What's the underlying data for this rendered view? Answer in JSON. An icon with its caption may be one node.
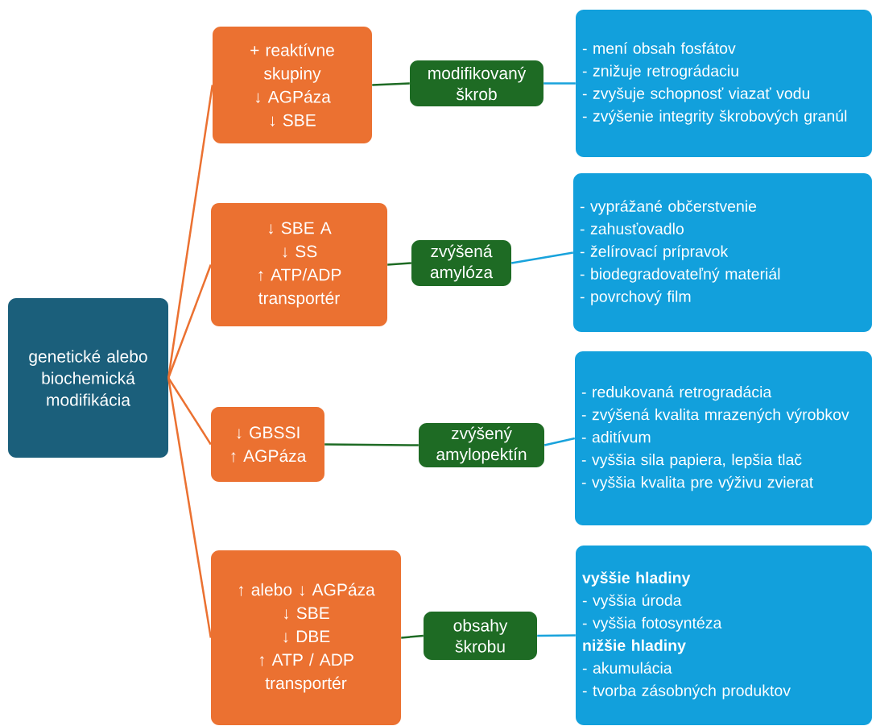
{
  "diagram": {
    "nodes": [
      {
        "text": [
          "genetické alebo biochemická modifikácia"
        ]
      },
      {
        "text": [
          "+ reaktívne skupiny",
          "↓ AGPáza",
          "↓ SBE"
        ]
      },
      {
        "text": [
          "modifikovaný škrob"
        ]
      },
      {
        "text": [
          "- mení obsah fosfátov",
          "- znižuje retrográdaciu",
          "- zvyšuje schopnosť viazať vodu",
          "- zvýšenie integrity škrobových granúl"
        ]
      },
      {
        "text": [
          "↓ SBE A",
          "↓ SS",
          "↑ ATP/ADP transportér"
        ]
      },
      {
        "text": [
          "zvýšená amylóza"
        ]
      },
      {
        "text": [
          "- vyprážané občerstvenie",
          "- zahusťovadlo",
          "- želírovací prípravok",
          "- biodegradovateľný materiál",
          "- povrchový film"
        ]
      },
      {
        "text": [
          "↓ GBSSI",
          "↑ AGPáza"
        ]
      },
      {
        "text": [
          "zvýšený amylopektín"
        ]
      },
      {
        "text": [
          "- redukovaná retrogradácia",
          "- zvýšená kvalita mrazených výrobkov",
          "- aditívum",
          "- vyššia sila papiera, lepšia tlač",
          "- vyššia kvalita pre výživu zvierat"
        ]
      },
      {
        "text": [
          "↑ alebo ↓ AGPáza",
          "↓ SBE",
          "↓ DBE",
          "↑ ATP / ADP transportér"
        ]
      },
      {
        "text": [
          "obsahy škrobu"
        ]
      },
      {
        "text": [
          "**vyššie hladiny**",
          "- vyššia úroda",
          "- vyššia fotosyntéza",
          "**nižšie hladiny**",
          "- akumulácia",
          "- tvorba zásobných produktov"
        ]
      }
    ],
    "edges": [
      {
        "from": 0,
        "to": 1,
        "arrow": "none",
        "color": "#eb7131"
      },
      {
        "from": 0,
        "to": 4,
        "arrow": "none",
        "color": "#eb7131"
      },
      {
        "from": 0,
        "to": 7,
        "arrow": "none",
        "color": "#eb7131"
      },
      {
        "from": 0,
        "to": 10,
        "arrow": "none",
        "color": "#eb7131"
      },
      {
        "from": 1,
        "to": 2,
        "arrow": "none",
        "color": "#1e6b24"
      },
      {
        "from": 4,
        "to": 5,
        "arrow": "none",
        "color": "#1e6b24"
      },
      {
        "from": 7,
        "to": 8,
        "arrow": "none",
        "color": "#1e6b24"
      },
      {
        "from": 10,
        "to": 11,
        "arrow": "none",
        "color": "#1e6b24"
      },
      {
        "from": 2,
        "to": 3,
        "arrow": "none",
        "color": "#19a3dc"
      },
      {
        "from": 5,
        "to": 6,
        "arrow": "none",
        "color": "#19a3dc"
      },
      {
        "from": 8,
        "to": 9,
        "arrow": "none",
        "color": "#19a3dc"
      },
      {
        "from": 11,
        "to": 12,
        "arrow": "none",
        "color": "#19a3dc"
      }
    ]
  }
}
